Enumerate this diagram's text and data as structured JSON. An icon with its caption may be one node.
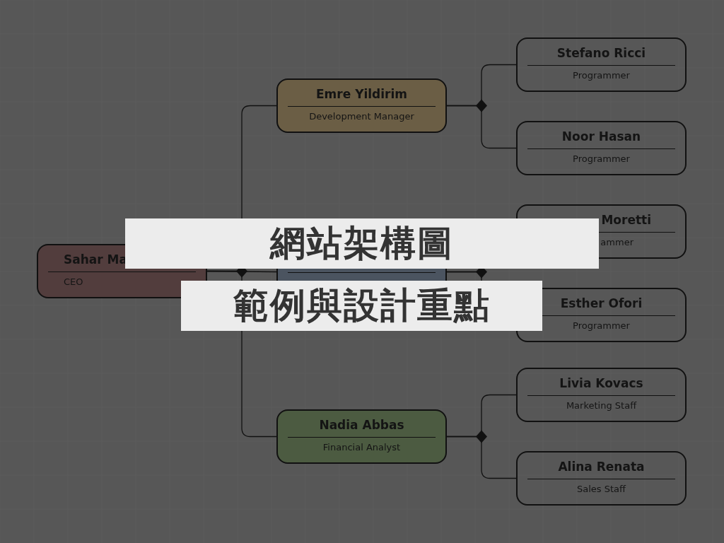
{
  "diagram": {
    "nodes": [
      {
        "text": [
          "Sahar Ma",
          "CEO"
        ]
      },
      {
        "text": [
          "Emre Yildirim",
          "Development Manager"
        ]
      },
      {
        "text": [],
        "shape": "box"
      },
      {
        "text": [
          "Nadia Abbas",
          "Financial Analyst"
        ]
      },
      {
        "text": [
          "Stefano Ricci",
          "Programmer"
        ]
      },
      {
        "text": [
          "Noor Hasan",
          "Programmer"
        ]
      },
      {
        "text": [
          "Moretti",
          "ammer"
        ]
      },
      {
        "text": [
          "Esther Ofori",
          "Programmer"
        ]
      },
      {
        "text": [
          "Livia Kovacs",
          "Marketing Staff"
        ]
      },
      {
        "text": [
          "Alina Renata",
          "Sales Staff"
        ]
      }
    ],
    "edges": [
      {
        "from": 0,
        "to": 1,
        "arrow": "none"
      },
      {
        "from": 0,
        "to": 2,
        "arrow": "none"
      },
      {
        "from": 0,
        "to": 3,
        "arrow": "none"
      },
      {
        "from": 1,
        "to": 4,
        "arrow": "none"
      },
      {
        "from": 1,
        "to": 5,
        "arrow": "none"
      },
      {
        "from": 2,
        "to": 6,
        "arrow": "none"
      },
      {
        "from": 2,
        "to": 7,
        "arrow": "none"
      },
      {
        "from": 3,
        "to": 8,
        "arrow": "none"
      },
      {
        "from": 3,
        "to": 9,
        "arrow": "none"
      }
    ],
    "labels": [
      "網站架構圖",
      "範例與設計重點"
    ]
  }
}
